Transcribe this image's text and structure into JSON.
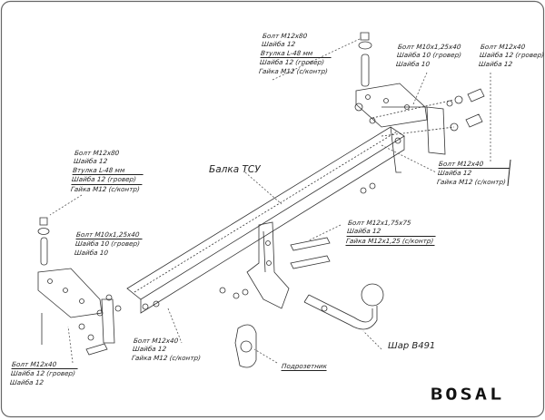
{
  "beam_label": "Балка ТСУ",
  "ball_label": "Шар В491",
  "socket_plate_label": "Подрозетник",
  "brand": "BOSAL",
  "callouts": {
    "top_center": [
      "Болт М12х80",
      "Шайба 12",
      "Втулка L-48 мм",
      "Шайба 12 (гровер)",
      "Гайка М12 (с/контр)"
    ],
    "top_right_bracket": [
      "Болт М10х1,25х40",
      "Шайба 10 (гровер)",
      "Шайба 10"
    ],
    "top_far_right": [
      "Болт М12х40",
      "Шайба 12 (гровер)",
      "Шайба 12"
    ],
    "right_middle": [
      "Болт М12х40",
      "Шайба 12",
      "Гайка М12 (с/контр)"
    ],
    "left_upper": [
      "Болт М12х80",
      "Шайба 12",
      "Втулка L-48 мм",
      "Шайба 12 (гровер)",
      "Гайка М12 (с/контр)"
    ],
    "left_bracket": [
      "Болт М10х1,25х40",
      "Шайба 10 (гровер)",
      "Шайба 10"
    ],
    "center_ball_mount": [
      "Болт М12х1,75х75",
      "Шайба 12",
      "Гайка М12х1,25 (с/контр)"
    ],
    "bottom_center": [
      "Болт М12х40",
      "Шайба 12",
      "Гайка М12 (с/контр)"
    ],
    "bottom_left": [
      "Болт М12х40",
      "Шайба 12 (гровер)",
      "Шайба 12"
    ]
  }
}
